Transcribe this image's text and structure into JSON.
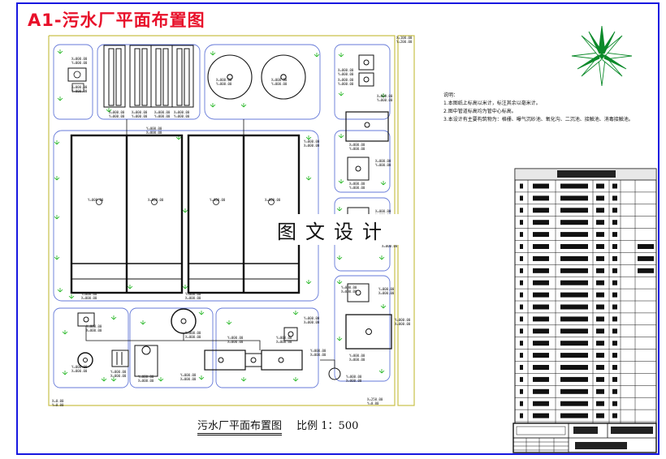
{
  "drawing_title": "A1-污水厂平面布置图",
  "watermark": "图文设计",
  "plan": {
    "caption": "污水厂平面布置图",
    "scale": "比例 1：500"
  },
  "notes": [
    "说明：",
    "1.本图纸上标高以米计，标注其余以毫米计。",
    "2.图中管道标高均为管中心标高。",
    "3.本设计有主要构筑物为：格栅、曝气沉砂池、氧化沟、二沉池、接触池、消毒接触池。"
  ],
  "colors": {
    "title": "#e8102a",
    "frame": "#1717e0",
    "yard": "#c9c04a",
    "lawn": "#19b318",
    "site": "#6478d8",
    "structure": "#111111",
    "compass": "#0c8a2a"
  },
  "icons": [
    "north-compass-icon"
  ]
}
